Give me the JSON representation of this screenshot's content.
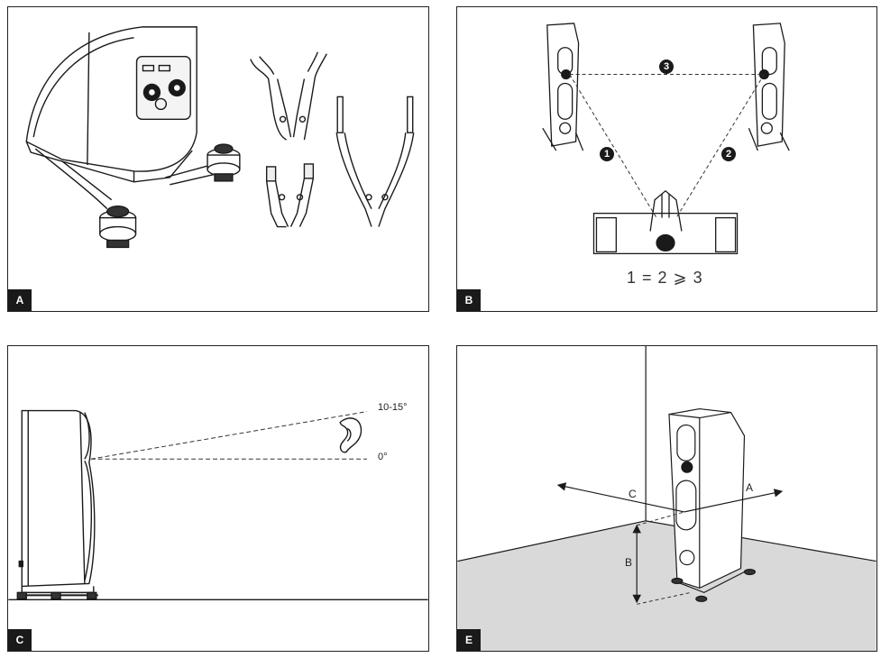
{
  "panels": {
    "a": {
      "badge": "A"
    },
    "b": {
      "badge": "B",
      "markers": {
        "one": "1",
        "two": "2",
        "three": "3"
      },
      "equation": "1  = 2 ⩾  3"
    },
    "c": {
      "badge": "C",
      "angle_top": "10-15°",
      "angle_bottom": "0°"
    },
    "e": {
      "badge": "E",
      "label_c": "C",
      "label_a": "A",
      "label_b": "B"
    }
  }
}
